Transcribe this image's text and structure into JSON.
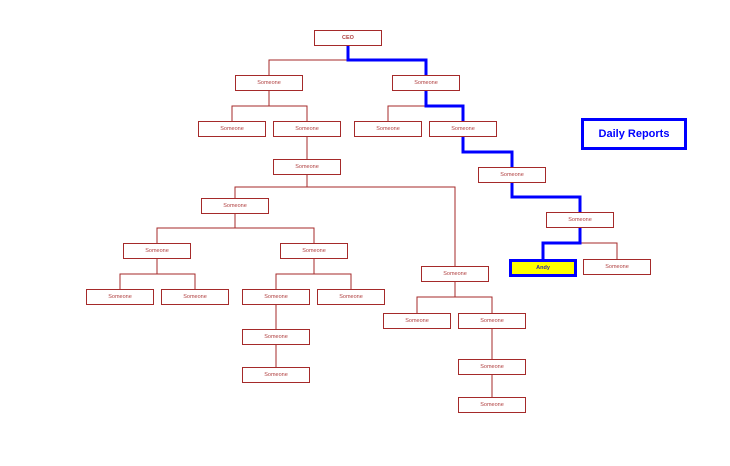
{
  "title_button": "Daily Reports",
  "nodes": {
    "ceo": "CEO",
    "a": "Someone",
    "b": "Someone",
    "a1": "Someone",
    "a2": "Someone",
    "b1": "Someone",
    "b2": "Someone",
    "c": "Someone",
    "d": "Someone",
    "e": "Someone",
    "f1": "Someone",
    "f2": "Someone",
    "andy": "Andy",
    "g": "Someone",
    "h": "Someone",
    "f1a": "Someone",
    "f1b": "Someone",
    "f2a": "Someone",
    "f2b": "Someone",
    "h1": "Someone",
    "h2": "Someone",
    "i": "Someone",
    "h3": "Someone",
    "j": "Someone",
    "h4": "Someone"
  },
  "highlighted_person": "andy",
  "colors": {
    "line": "#a52a2a",
    "path": "#0000ff",
    "highlight": "#ffff00"
  }
}
